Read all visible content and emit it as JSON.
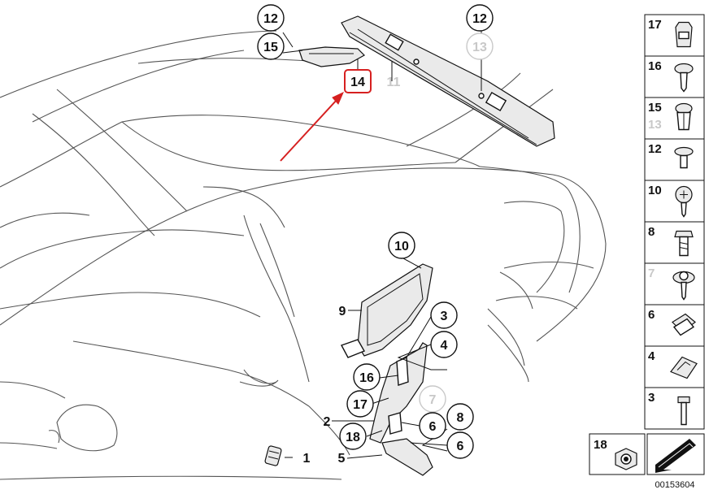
{
  "callouts": {
    "top_12_a": "12",
    "top_15": "15",
    "top_12_b": "12",
    "top_13": "13",
    "box_14": "14",
    "plain_11": "11",
    "c10": "10",
    "p9": "9",
    "c3": "3",
    "c4": "4",
    "c16": "16",
    "c17": "17",
    "c7": "7",
    "p2": "2",
    "c18": "18",
    "c6a": "6",
    "c8": "8",
    "p5": "5",
    "c6b": "6",
    "p1": "1"
  },
  "sidebar": [
    {
      "label": "17",
      "label2": null,
      "icon": "rivet-nut-icon"
    },
    {
      "label": "16",
      "label2": null,
      "icon": "screw-icon"
    },
    {
      "label": "15",
      "label2": "13",
      "icon": "expanding-rivet-icon"
    },
    {
      "label": "12",
      "label2": null,
      "icon": "push-rivet-icon"
    },
    {
      "label": "10",
      "label2": null,
      "icon": "phillips-screw-icon"
    },
    {
      "label": "8",
      "label2": null,
      "icon": "hex-screw-icon"
    },
    {
      "label": "7",
      "label2": null,
      "icon": "washer-screw-icon"
    },
    {
      "label": "6",
      "label2": null,
      "icon": "clip-nut-icon"
    },
    {
      "label": "4",
      "label2": null,
      "icon": "spring-clip-icon"
    },
    {
      "label": "3",
      "label2": null,
      "icon": "bolt-icon"
    }
  ],
  "bottom_box": {
    "label": "18",
    "icon": "hex-nut-icon"
  },
  "document_number": "00153604",
  "colors": {
    "highlight": "#d62020",
    "grey_label": "#c8c8c8",
    "line": "#111111"
  }
}
